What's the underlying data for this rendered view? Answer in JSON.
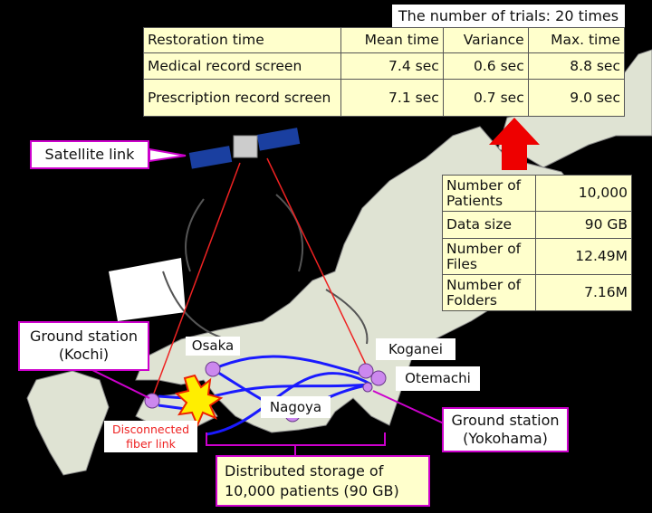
{
  "trials_note": "The number of trials: 20 times",
  "restoration_table": {
    "headers": [
      "Restoration time",
      "Mean time",
      "Variance",
      "Max. time"
    ],
    "rows": [
      [
        "Medical record screen",
        "7.4 sec",
        "0.6 sec",
        "8.8 sec"
      ],
      [
        "Prescription record screen",
        "7.1 sec",
        "0.7 sec",
        "9.0 sec"
      ]
    ]
  },
  "stats_table": [
    [
      "Number of Patients",
      "10,000"
    ],
    [
      "Data size",
      "90 GB"
    ],
    [
      "Number of Files",
      "12.49M"
    ],
    [
      "Number of Folders",
      "7.16M"
    ]
  ],
  "labels": {
    "satellite_link": "Satellite link",
    "ground_kochi_1": "Ground station",
    "ground_kochi_2": "(Kochi)",
    "osaka": "Osaka",
    "koganei": "Koganei",
    "otemachi": "Otemachi",
    "nagoya": "Nagoya",
    "ground_yokohama_1": "Ground station",
    "ground_yokohama_2": "(Yokohama)",
    "disconnected_1": "Disconnected",
    "disconnected_2": "fiber link",
    "storage_1": "Distributed storage of",
    "storage_2": "10,000 patients (90 GB)"
  },
  "colors": {
    "fiber": "#1a1aff",
    "node": "#cc88ee",
    "callout": "#cc00cc",
    "link": "#ee2222",
    "arrow": "#ee0000"
  }
}
